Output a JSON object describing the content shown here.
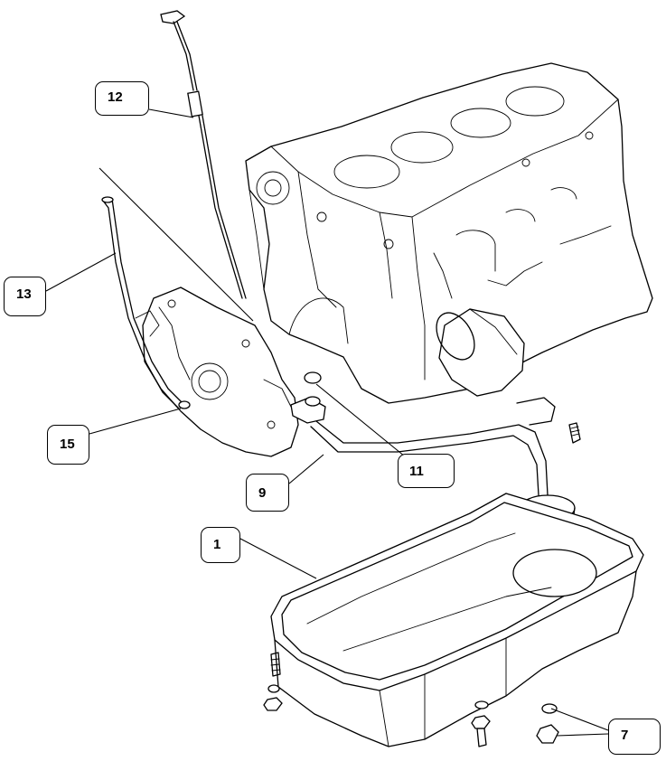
{
  "callouts": {
    "c1": "1",
    "c7": "7",
    "c9": "9",
    "c11": "11",
    "c12": "12",
    "c13": "13",
    "c15": "15"
  }
}
